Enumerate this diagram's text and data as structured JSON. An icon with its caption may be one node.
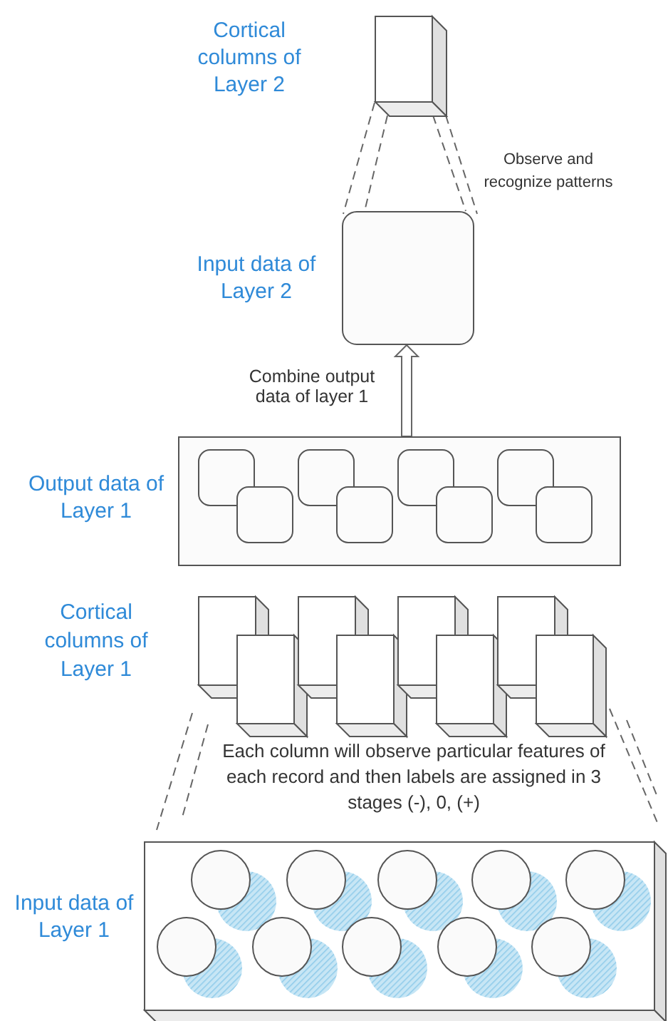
{
  "diagram": {
    "nodes": [
      {
        "text": [
          "Cortical columns of Layer 2"
        ]
      },
      {
        "text": [
          "Input data of Layer 2"
        ]
      },
      {
        "text": [
          "Output data of Layer 1"
        ]
      },
      {
        "text": [],
        "shape": "box",
        "in": 2
      },
      {
        "text": [],
        "shape": "box",
        "in": 2
      },
      {
        "text": [],
        "shape": "box",
        "in": 2
      },
      {
        "text": [],
        "shape": "box",
        "in": 2
      },
      {
        "text": [],
        "shape": "box",
        "in": 2
      },
      {
        "text": [],
        "shape": "box",
        "in": 2
      },
      {
        "text": [],
        "shape": "box",
        "in": 2
      },
      {
        "text": [],
        "shape": "box",
        "in": 2
      },
      {
        "text": [],
        "shape": "box"
      },
      {
        "text": [],
        "shape": "box"
      },
      {
        "text": [],
        "shape": "box"
      },
      {
        "text": [],
        "shape": "box"
      },
      {
        "text": [],
        "shape": "box"
      },
      {
        "text": [],
        "shape": "box"
      },
      {
        "text": [],
        "shape": "box"
      },
      {
        "text": [],
        "shape": "box"
      },
      {
        "text": [
          "Input data of Layer 1"
        ]
      },
      {
        "text": [],
        "shape": "circle",
        "in": 19
      },
      {
        "text": [],
        "shape": "circle",
        "in": 19
      },
      {
        "text": [],
        "shape": "circle",
        "in": 19
      },
      {
        "text": [],
        "shape": "circle",
        "in": 19
      },
      {
        "text": [],
        "shape": "circle",
        "in": 19
      },
      {
        "text": [],
        "shape": "circle",
        "in": 19
      },
      {
        "text": [],
        "shape": "circle",
        "in": 19
      },
      {
        "text": [],
        "shape": "circle",
        "in": 19
      },
      {
        "text": [],
        "shape": "circle",
        "in": 19
      },
      {
        "text": [],
        "shape": "circle",
        "in": 19
      }
    ],
    "edges": [
      {
        "from": 2,
        "to": 1,
        "arrow": "to",
        "label": "Combine output data of layer 1",
        "style": "thick"
      },
      {
        "from": 0,
        "to": 1,
        "arrow": "none",
        "style": "dashed"
      },
      {
        "from": 0,
        "to": 1,
        "arrow": "none",
        "style": "dashed"
      },
      {
        "from": 0,
        "to": 1,
        "arrow": "none",
        "style": "dashed"
      },
      {
        "from": 0,
        "to": 1,
        "arrow": "none",
        "style": "dashed"
      }
    ],
    "labels": [
      "Observe and recognize patterns",
      "Cortical columns of Layer 1",
      "Each column will observe particular features of each record and then labels are assigned in 3 stages (-), 0, (+)"
    ]
  }
}
